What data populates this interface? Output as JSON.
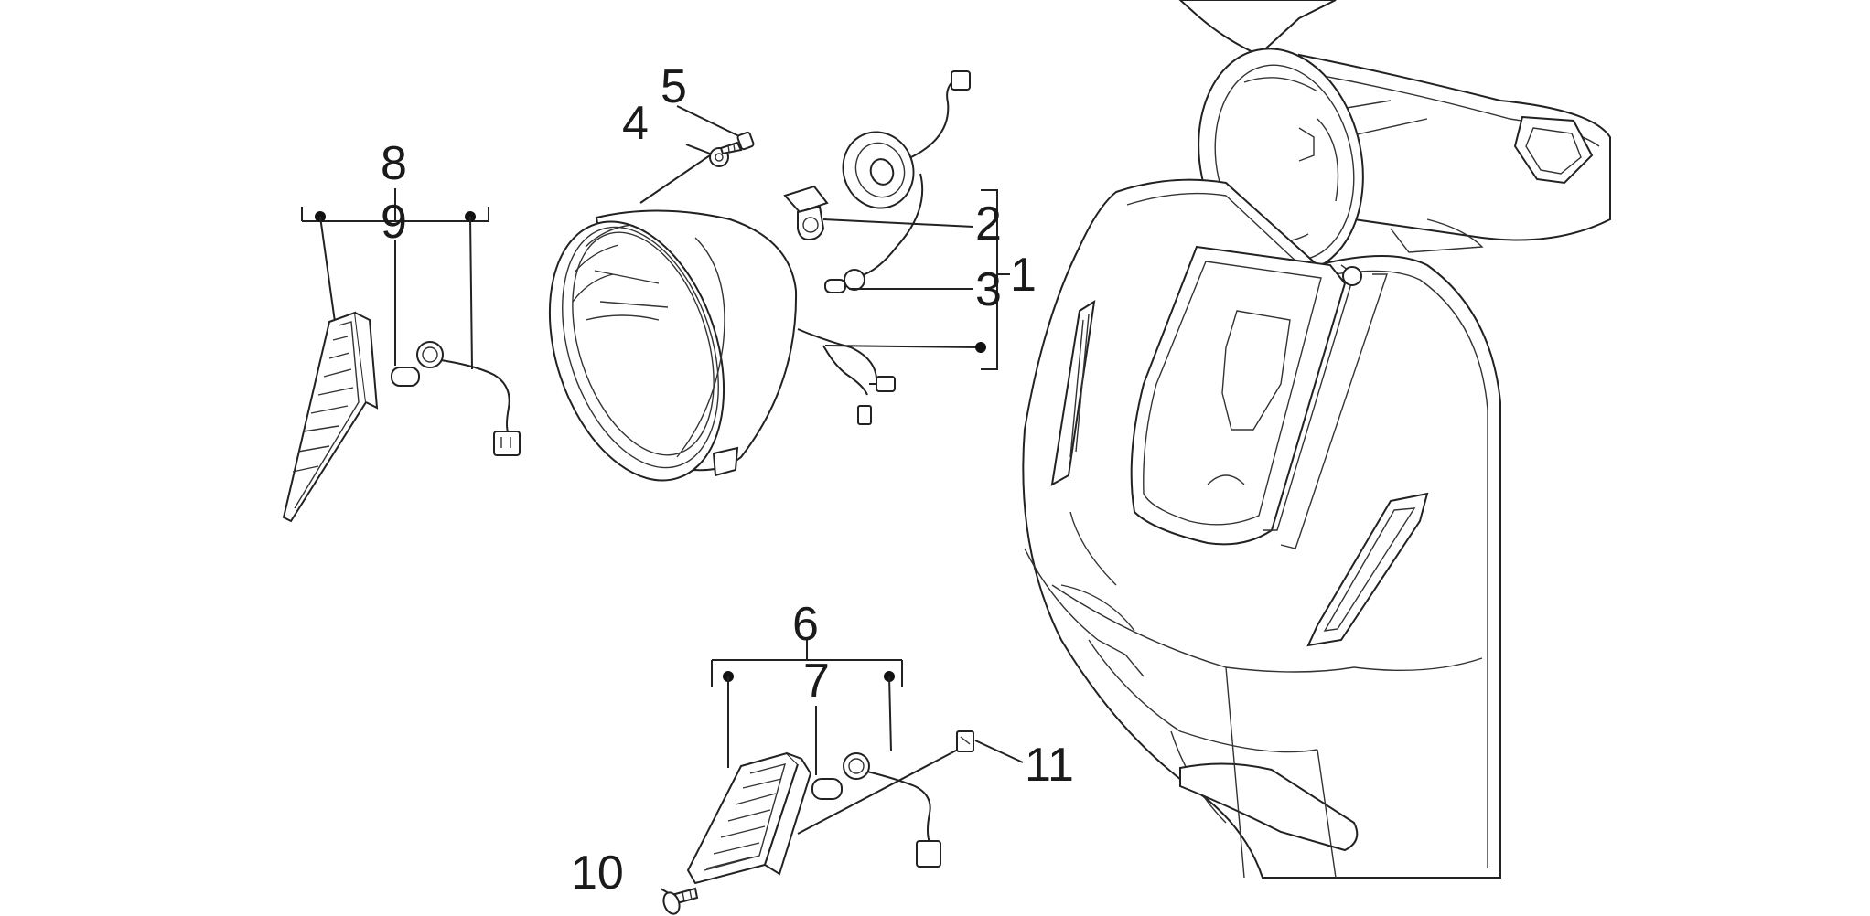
{
  "callouts": {
    "c1": "1",
    "c2": "2",
    "c3": "3",
    "c4": "4",
    "c5": "5",
    "c6": "6",
    "c7": "7",
    "c8": "8",
    "c9": "9",
    "c10": "10",
    "c11": "11"
  },
  "colors": {
    "line": "#222222",
    "background": "#ffffff"
  }
}
